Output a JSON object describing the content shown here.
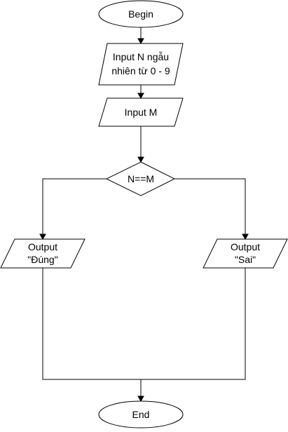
{
  "flowchart": {
    "begin": "Begin",
    "input_n": [
      "Input N ngẫu",
      "nhiên từ 0 - 9"
    ],
    "input_m": "Input M",
    "condition": "N==M",
    "output_true": [
      "Output",
      "\"Đúng\""
    ],
    "output_false": [
      "Output",
      "\"Sai\""
    ],
    "end": "End"
  }
}
